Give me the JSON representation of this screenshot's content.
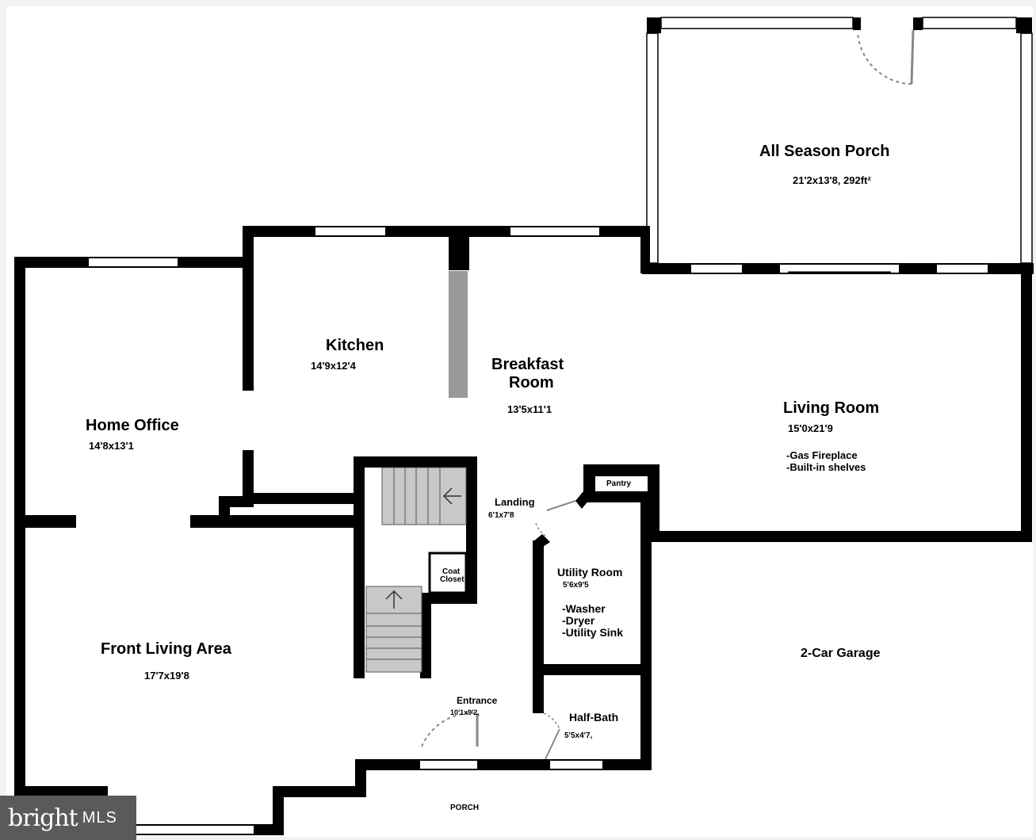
{
  "rooms": {
    "porch_all_season": {
      "name": "All Season Porch",
      "dims": "21'2x13'8, 292ft²"
    },
    "kitchen": {
      "name": "Kitchen",
      "dims": "14'9x12'4"
    },
    "breakfast": {
      "name_line1": "Breakfast",
      "name_line2": "Room",
      "dims": "13'5x11'1"
    },
    "living": {
      "name": "Living Room",
      "dims": "15'0x21'9",
      "feature1": "-Gas Fireplace",
      "feature2": "-Built-in shelves"
    },
    "office": {
      "name": "Home Office",
      "dims": "14'8x13'1"
    },
    "pantry": {
      "name": "Pantry"
    },
    "landing": {
      "name": "Landing",
      "dims": "6'1x7'8"
    },
    "coat_closet": {
      "line1": "Coat",
      "line2": "Closet"
    },
    "utility": {
      "name": "Utility Room",
      "dims": "5'6x9'5",
      "feature1": "-Washer",
      "feature2": "-Dryer",
      "feature3": "-Utility Sink"
    },
    "front_living": {
      "name": "Front Living Area",
      "dims": "17'7x19'8"
    },
    "garage": {
      "name": "2-Car Garage"
    },
    "entrance": {
      "name": "Entrance",
      "dims": "10'1x9'2,"
    },
    "half_bath": {
      "name": "Half-Bath",
      "dims": "5'5x4'7,"
    },
    "porch": {
      "name": "PORCH"
    }
  },
  "watermark": {
    "brand": "bright",
    "suffix": "MLS"
  },
  "colors": {
    "wall": "#000000",
    "window": "#ffffff",
    "stair": "#c8c8c8",
    "background": "#f3f3f3",
    "floor": "#ffffff"
  }
}
